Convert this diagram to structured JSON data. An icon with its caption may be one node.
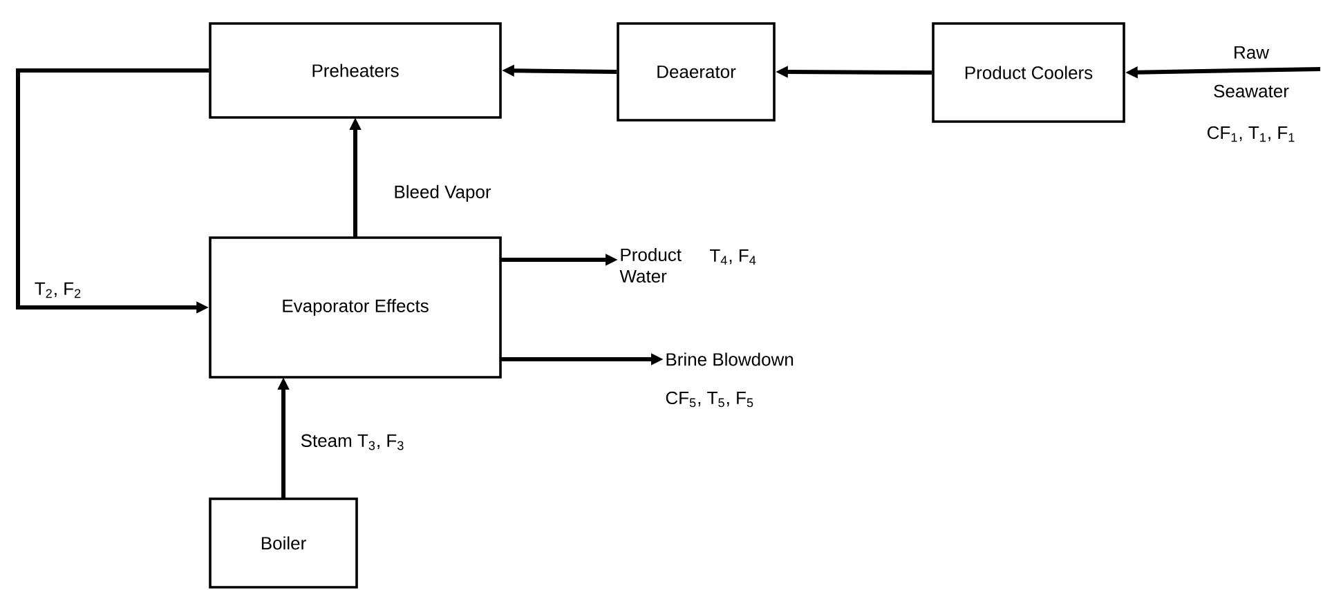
{
  "diagram": {
    "nodes": [
      {
        "text": [
          "Preheaters"
        ]
      },
      {
        "text": [
          "Deaerator"
        ]
      },
      {
        "text": [
          "Product Coolers"
        ]
      },
      {
        "text": [
          "Evaporator Effects"
        ]
      },
      {
        "text": [
          "Boiler"
        ]
      },
      {
        "text": [
          "Product Water"
        ],
        "beside": [
          "T$_{4}$, F$_{4}$"
        ]
      },
      {
        "text": [
          "Brine Blowdown"
        ],
        "beside": [
          "CF$_{5}$, T$_{5}$, F$_{5}$"
        ]
      }
    ],
    "edges": [
      {
        "from": null,
        "to": 2,
        "arrow": "to",
        "label": "Raw Seawater"
      },
      {
        "from": 2,
        "to": 1,
        "arrow": "to"
      },
      {
        "from": 1,
        "to": 0,
        "arrow": "to"
      },
      {
        "from": 0,
        "to": 3,
        "arrow": "to",
        "label": "T$_{2}$, F$_{2}$"
      },
      {
        "from": 3,
        "to": 0,
        "arrow": "to",
        "label": "Bleed Vapor"
      },
      {
        "from": 3,
        "to": 5,
        "arrow": "to"
      },
      {
        "from": 3,
        "to": 6,
        "arrow": "to"
      },
      {
        "from": 4,
        "to": 3,
        "arrow": "to",
        "label": "Steam T$_{3}$, F$_{3}$"
      }
    ],
    "labels": [
      "CF$_{1}$, T$_{1}$, F$_{1}$"
    ]
  }
}
